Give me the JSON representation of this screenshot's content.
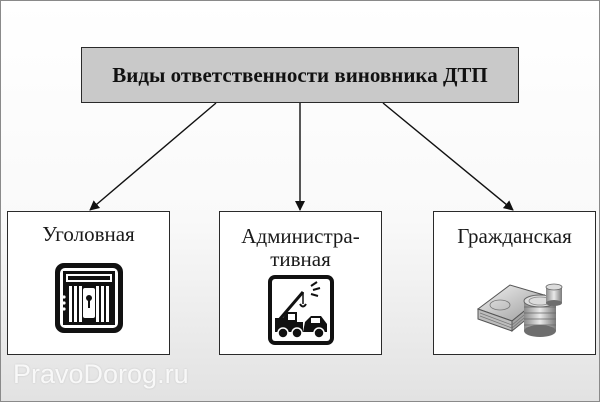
{
  "diagram": {
    "root": {
      "label": "Виды ответственности виновника ДТП"
    },
    "nodes": [
      {
        "label": "Уголовная",
        "icon": "prison-cell-icon"
      },
      {
        "label_line1": "Администра-",
        "label_line2": "тивная",
        "icon": "tow-truck-icon"
      },
      {
        "label": "Гражданская",
        "icon": "money-coins-icon"
      }
    ],
    "edges": [
      {
        "from": "root",
        "to": "Уголовная"
      },
      {
        "from": "root",
        "to": "Администра-тивная"
      },
      {
        "from": "root",
        "to": "Гражданская"
      }
    ]
  },
  "watermark": "PravoDorog.ru",
  "colors": {
    "root_fill": "#c9c9c9",
    "border": "#2a2a2a",
    "icon": "#111111"
  }
}
